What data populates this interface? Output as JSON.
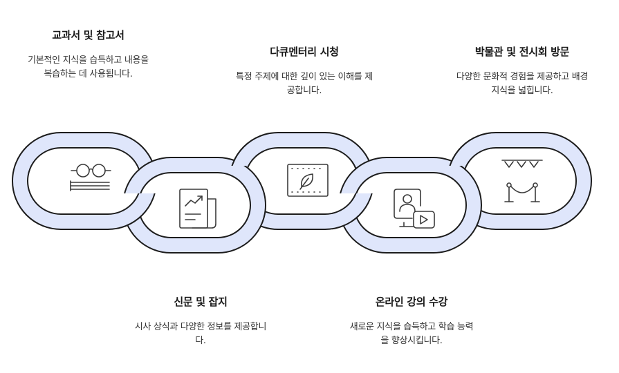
{
  "items": [
    {
      "title": "교과서 및 참고서",
      "desc": "기본적인 지식을 습득하고 내용을 복습하는 데 사용됩니다.",
      "icon": "glasses-book-icon"
    },
    {
      "title": "신문 및 잡지",
      "desc": "시사 상식과 다양한 정보를 제공합니다.",
      "icon": "newspaper-chart-icon"
    },
    {
      "title": "다큐멘터리 시청",
      "desc": "특정 주제에 대한 깊이 있는 이해를 제공합니다.",
      "icon": "film-leaf-icon"
    },
    {
      "title": "온라인 강의 수강",
      "desc": "새로운 지식을 습득하고 학습 능력을 향상시킵니다.",
      "icon": "video-lecture-icon"
    },
    {
      "title": "박물관 및 전시회 방문",
      "desc": "다양한 문화적 경험을 제공하고 배경지식을 넓힙니다.",
      "icon": "museum-rope-icon"
    }
  ],
  "colors": {
    "link_fill": "#dfe6fb",
    "link_stroke": "#1c1c1c",
    "icon_stroke": "#3a3a3a"
  }
}
